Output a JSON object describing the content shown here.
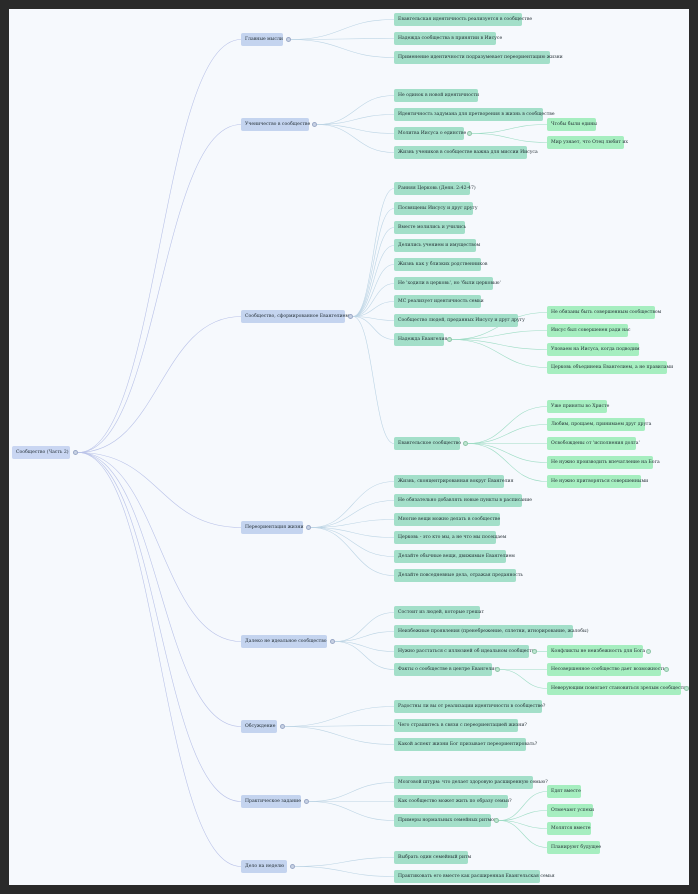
{
  "root": {
    "label": "Сообщество (Часть 2)",
    "children": [
      {
        "label": "Главные мысли",
        "children": [
          {
            "label": "Евангельская идентичность реализуется в сообществе"
          },
          {
            "label": "Надежда сообщества в принятии в Иисусе"
          },
          {
            "label": "Применение идентичности подразумевает переориентацию жизни"
          }
        ]
      },
      {
        "label": "Ученичество в сообществе",
        "children": [
          {
            "label": "Не одинок в новой идентичности"
          },
          {
            "label": "Идентичность задумана для претворения в жизнь в сообществе"
          },
          {
            "label": "Молитва Иисуса о единстве",
            "children": [
              {
                "label": "Чтобы были едины"
              },
              {
                "label": "Мир узнает, что Отец любит их"
              }
            ]
          },
          {
            "label": "Жизнь учеников в сообществе важна для миссии Иисуса"
          }
        ]
      },
      {
        "label": "Сообщество, сформированное Евангелием",
        "children": [
          {
            "label": "Ранняя Церковь (Деян. 2:42-47)"
          },
          {
            "label": "Посвящены Иисусу и друг другу"
          },
          {
            "label": "Вместе молились и учились"
          },
          {
            "label": "Делились учением и имуществом"
          },
          {
            "label": "Жизнь как у близких родственников"
          },
          {
            "label": "Не 'ходили в церковь', но 'были церковью'"
          },
          {
            "label": "МС реализует идентичность семьи"
          },
          {
            "label": "Сообщество людей, преданных Иисусу и друг другу"
          },
          {
            "label": "Надежда Евангелия",
            "children": [
              {
                "label": "Не обязаны быть совершенным сообществом"
              },
              {
                "label": "Иисус был совершенен ради нас"
              },
              {
                "label": "Уповаем на Иисуса, когда подводим"
              },
              {
                "label": "Церковь объединена Евангелием, а не правилами"
              }
            ]
          },
          {
            "label": "Евангельское сообщество",
            "children": [
              {
                "label": "Уже приняты во Христе"
              },
              {
                "label": "Любим, прощаем, принимаем друг друга"
              },
              {
                "label": "Освобождены от 'исполнения долга'"
              },
              {
                "label": "Не нужно производить впечатление на Бога"
              },
              {
                "label": "Не нужно притворяться совершенными"
              }
            ]
          }
        ]
      },
      {
        "label": "Переориентация жизни",
        "children": [
          {
            "label": "Жизнь, сконцентрированная вокруг Евангелия"
          },
          {
            "label": "Не обязательно добавлять новые пункты в расписание"
          },
          {
            "label": "Многие вещи можно делать в сообществе"
          },
          {
            "label": "Церковь - это кто мы, а не что мы посещаем"
          },
          {
            "label": "Делайте обычные вещи, движимые Евангелием"
          },
          {
            "label": "Делайте повседневные дела, отражая преданность"
          }
        ]
      },
      {
        "label": "Далеко не идеальное сообщество",
        "children": [
          {
            "label": "Состоит из людей, которые грешат"
          },
          {
            "label": "Неизбежные проявления (пренебрежение, сплетни, игнорирование, жалобы)"
          },
          {
            "label": "Нужно расстаться с иллюзией об идеальном сообществе",
            "children": [
              {
                "label": "Конфликты не неизбежность для Бога"
              }
            ]
          },
          {
            "label": "Факты о сообществе в центре Евангелия",
            "children": [
              {
                "label": "Несовершенное сообщество дает возможность"
              },
              {
                "label": "Неверующим помогает становиться зрелым сообществом"
              }
            ]
          }
        ]
      },
      {
        "label": "Обсуждение",
        "children": [
          {
            "label": "Радостны ли вы от реализации идентичности в сообществе?"
          },
          {
            "label": "Чего страшитесь в связи с переориентацией жизни?"
          },
          {
            "label": "Какой аспект жизни Бог призывает переориентировать?"
          }
        ]
      },
      {
        "label": "Практическое задание",
        "children": [
          {
            "label": "Мозговой штурм: что делает здоровую расширенную семью?"
          },
          {
            "label": "Как сообщество может жить по образу семьи?"
          },
          {
            "label": "Примеры нормальных семейных ритмов",
            "children": [
              {
                "label": "Едят вместе"
              },
              {
                "label": "Отмечают успехи"
              },
              {
                "label": "Молятся вместе"
              },
              {
                "label": "Планируют будущее"
              }
            ]
          }
        ]
      },
      {
        "label": "Дело на неделю",
        "children": [
          {
            "label": "Выбрать один семейный ритм"
          },
          {
            "label": "Практиковать его вместе как расширенная Евангельская семья"
          }
        ]
      }
    ]
  }
}
